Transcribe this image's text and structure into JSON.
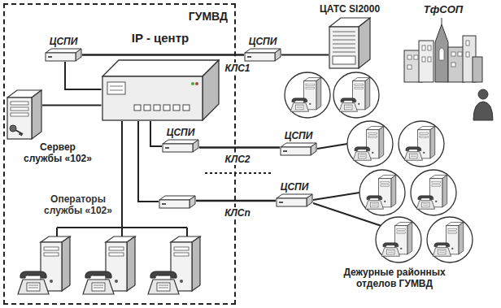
{
  "diagram": {
    "nodes": [
      {
        "text": [
          "ГУМВД"
        ]
      },
      {
        "text": [
          "ЦСПИ"
        ],
        "in": 0
      },
      {
        "text": [
          "IP - центр"
        ],
        "in": 0
      },
      {
        "text": [
          "Сервер службы «102»"
        ],
        "in": 0
      },
      {
        "text": [
          "ЦСПИ"
        ],
        "in": 0
      },
      {
        "text": [
          "ЦСПИ"
        ]
      },
      {
        "text": [
          "ЦАТС SI2000"
        ]
      },
      {
        "text": [
          "ТфСОП"
        ]
      },
      {
        "text": [
          "ЦСПИ"
        ]
      },
      {
        "text": [
          "ЦСПИ"
        ]
      }
    ],
    "edges": [
      {
        "from": 2,
        "to": 1,
        "arrow": "none"
      },
      {
        "from": 1,
        "to": 5,
        "label": "КЛС1",
        "arrow": "none"
      },
      {
        "from": 2,
        "to": 3,
        "arrow": "none"
      },
      {
        "from": 2,
        "to": 4,
        "arrow": "none"
      },
      {
        "from": 4,
        "to": 8,
        "label": "КЛС2",
        "arrow": "none"
      },
      {
        "from": 5,
        "to": 6,
        "arrow": "none"
      }
    ],
    "labels": [
      "КЛСn",
      "Операторы службы «102»",
      "Дежурные районных отделов ГУМВД"
    ]
  }
}
